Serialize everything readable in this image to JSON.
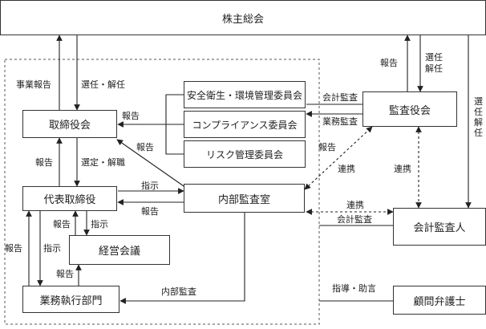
{
  "boxes": {
    "shareholders_meeting": "株主総会",
    "board_of_directors": "取締役会",
    "representative_director": "代表取締役",
    "management_council": "経営会議",
    "business_execution": "業務執行部門",
    "internal_audit_office": "内部監査室",
    "safety_committee": "安全衛生・環境管理委員会",
    "compliance_committee": "コンプライアンス委員会",
    "risk_committee": "リスク管理委員会",
    "audit_board": "監査役会",
    "accounting_auditor": "会計監査人",
    "legal_advisor": "顧問弁護士"
  },
  "labels": {
    "business_report": "事業報告",
    "election_dismissal": "選任・解任",
    "report": "報告",
    "report_vertical": "報告",
    "election_audit": "選任",
    "dismissal_audit": "解任",
    "election_dismissal_vertical": "選任・解任",
    "report_committees": "報告",
    "accounting_audit": "会計監査",
    "operations_audit": "業務監査",
    "report_internal": "報告",
    "cooperation_internal": "連携",
    "cooperation_audit": "連携",
    "report_board": "報告",
    "selection_dismissal": "選定・解職",
    "instruction": "指示",
    "report_rep": "報告",
    "report_council": "報告",
    "instruction_council": "指示",
    "report_exec": "報告",
    "instruction_exec": "指示",
    "report_exec2": "報告",
    "cooperation_accounting": "連携",
    "accounting_audit2": "会計監査",
    "internal_audit": "内部監査",
    "guidance_advice": "指導・助言"
  }
}
